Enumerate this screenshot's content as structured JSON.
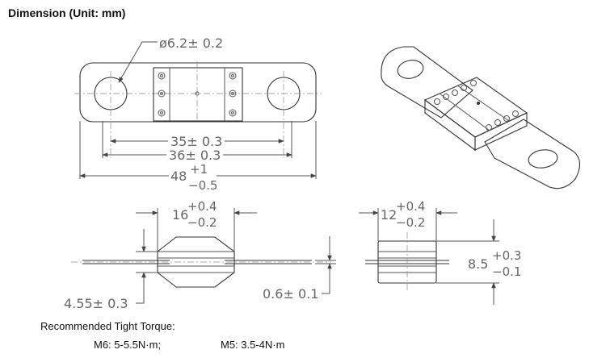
{
  "title": "Dimension (Unit: mm)",
  "dimensions": {
    "hole_diameter": "ø6.2± 0.2",
    "span_35": "35± 0.3",
    "span_36": "36± 0.3",
    "length_main": "48",
    "length_plus": "+1",
    "length_minus": "−0.5",
    "width_main": "16",
    "width_plus": "+0.4",
    "width_minus": "−0.2",
    "side_main": "12",
    "side_plus": "+0.4",
    "side_minus": "−0.2",
    "height_main": "8.5",
    "height_plus": "+0.3",
    "height_minus": "−0.1",
    "offset": "4.55± 0.3",
    "thickness": "0.6± 0.1"
  },
  "torque": {
    "heading": "Recommended Tight Torque:",
    "m6": "M6:  5-5.5N·m;",
    "m5": "M5:  3.5-4N·m"
  }
}
